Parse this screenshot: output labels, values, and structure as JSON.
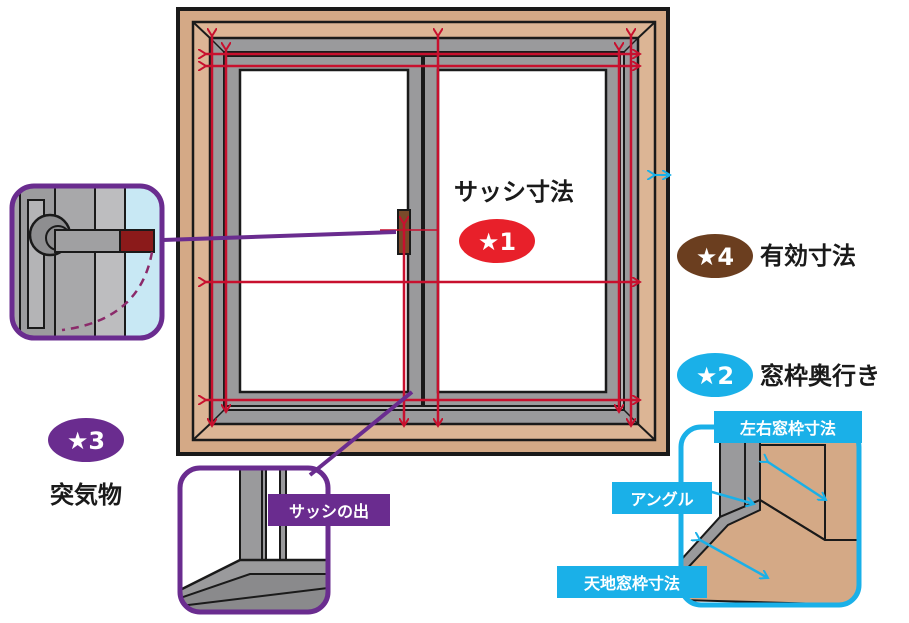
{
  "labels": {
    "sash_size": "サッシ寸法",
    "effective_size": "有効寸法",
    "frame_depth": "窓枠奥行き",
    "protrusion": "突気物",
    "sash_protrusion": "サッシの出",
    "lr_frame_size": "左右窓枠寸法",
    "angle": "アングル",
    "tb_frame_size": "天地窓枠寸法"
  },
  "badges": {
    "b1": "★1",
    "b2": "★2",
    "b3": "★3",
    "b4": "★4"
  },
  "colors": {
    "wood": "#d4a986",
    "sash": "#9a9a9c",
    "dim_red": "#c8102e",
    "purple": "#6a2c8f",
    "cyan": "#1ab0e8",
    "brown": "#6b3e1f",
    "badge_red": "#e8202a"
  }
}
